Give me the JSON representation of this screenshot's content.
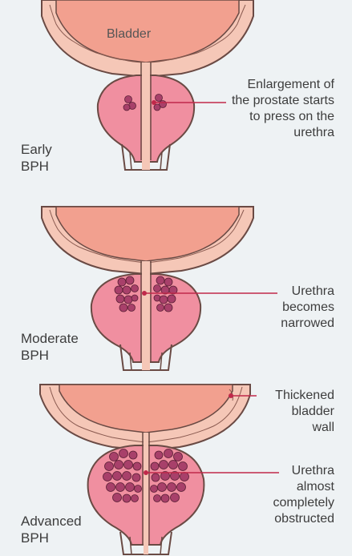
{
  "bladder_label": "Bladder",
  "colors": {
    "background": "#eef2f4",
    "bladder_fill": "#f2a08f",
    "wall_fill": "#f5c7b7",
    "outline": "#6a4a44",
    "prostate_fill": "#f08fa0",
    "nodule_fill": "#a8406a",
    "pointer_line": "#c0294a"
  },
  "panels": [
    {
      "stage_lines": [
        "Early",
        "BPH"
      ],
      "note_lines": [
        "Enlargement of",
        "the prostate starts",
        "to press on the",
        "urethra"
      ]
    },
    {
      "stage_lines": [
        "Moderate",
        "BPH"
      ],
      "note_lines": [
        "Urethra",
        "becomes",
        "narrowed"
      ]
    },
    {
      "stage_lines": [
        "Advanced",
        "BPH"
      ],
      "wall_note_lines": [
        "Thickened",
        "bladder",
        "wall"
      ],
      "note_lines": [
        "Urethra",
        "almost",
        "completely",
        "obstructed"
      ]
    }
  ]
}
